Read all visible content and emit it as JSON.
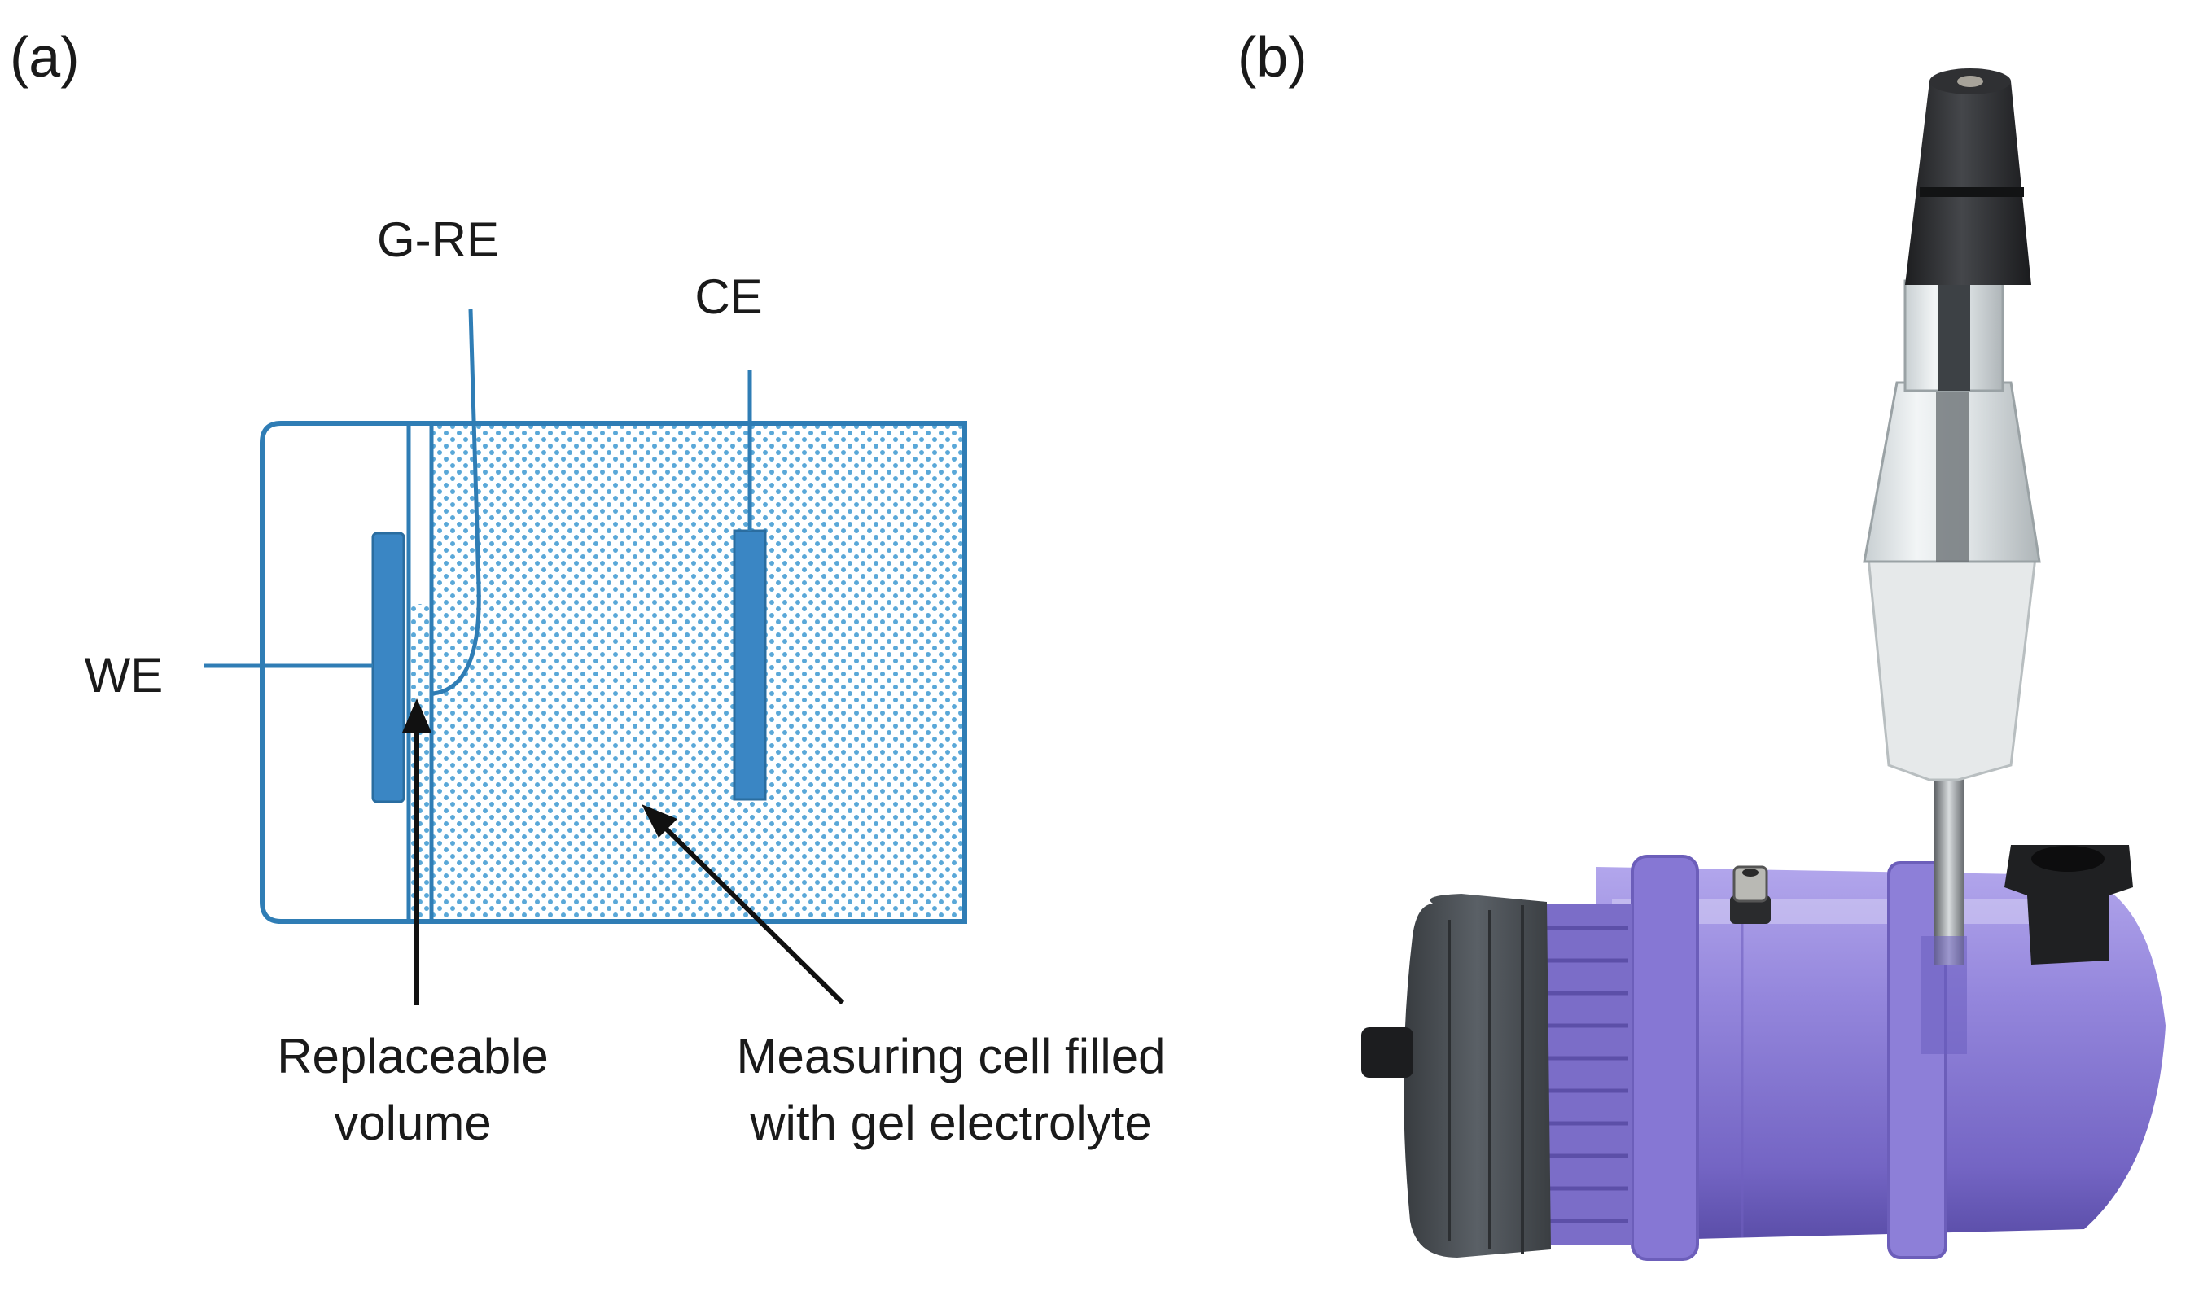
{
  "panels": {
    "a": {
      "label": "(a)",
      "electrode_labels": {
        "reference": "G-RE",
        "counter": "CE",
        "working": "WE"
      },
      "callouts": {
        "replaceable_line1": "Replaceable",
        "replaceable_line2": "volume",
        "cell_line1": "Measuring cell filled",
        "cell_line2": "with gel electrolyte"
      }
    },
    "b": {
      "label": "(b)"
    }
  },
  "colors": {
    "outline_blue": "#2f7db5",
    "electrode_blue": "#3a86c4",
    "stipple_blue": "#5aa8d8",
    "purple_body": "#8a7ad0",
    "grey_cap": "#4d5257",
    "black_head": "#2a2b2d"
  }
}
